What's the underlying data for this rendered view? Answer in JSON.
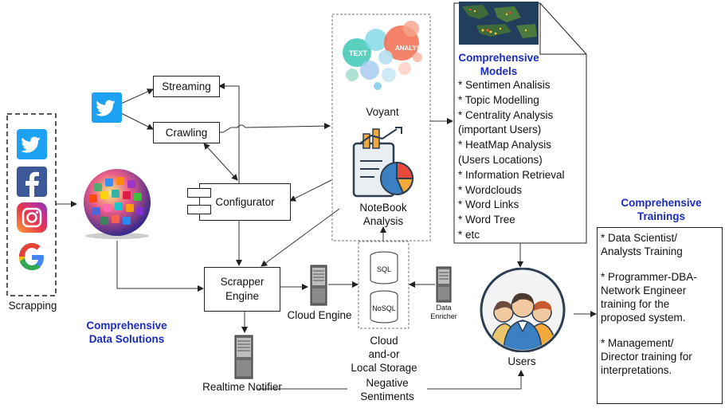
{
  "labels": {
    "scrapping": "Scrapping",
    "streaming": "Streaming",
    "crawling": "Crawling",
    "configurator": "Configurator",
    "scrapper_engine": "Scrapper\nEngine",
    "cloud_engine": "Cloud Engine",
    "realtime_notifier": "Realtime Notifier",
    "voyant": "Voyant",
    "notebook_analysis": "NoteBook\nAnalysis",
    "sql": "SQL",
    "nosql": "NoSQL",
    "data_enricher": "Data\nEnricher",
    "storage": "Cloud\nand-or\nLocal Storage",
    "negative_sentiments": "Negative\nSentiments",
    "users": "Users",
    "wordcloud_text": "TEXT",
    "wordcloud_analysis": "ANALYSIS"
  },
  "titles": {
    "data_solutions": "Comprehensive\nData Solutions",
    "models": "Comprehensive\nModels",
    "trainings": "Comprehensive\nTrainings"
  },
  "models_list": [
    "* Sentimen Analisis",
    "* Topic Modelling",
    "* Centrality Analysis",
    "(important Users)",
    "* HeatMap Analysis",
    "(Users Locations)",
    "* Information Retrieval",
    "* Wordclouds",
    "* Word Links",
    "* Word Tree",
    "* etc"
  ],
  "trainings_list": [
    [
      "* Data Scientist/",
      "Analysts Training"
    ],
    [
      "* Programmer-DBA-",
      "Network Engineer",
      "training for the",
      "proposed system."
    ],
    [
      "* Management/",
      "Director training for",
      "interpretations."
    ]
  ],
  "colors": {
    "title_blue": "#1a2bc0",
    "twitter": "#1da1f2",
    "facebook": "#3b5998",
    "google": "#4285f4"
  },
  "icons": [
    "twitter-icon",
    "facebook-icon",
    "instagram-icon",
    "google-icon",
    "app-globe-icon",
    "server-icon",
    "database-icon",
    "users-group-icon",
    "map-thumbnail",
    "wordcloud-image",
    "notebook-report-icon"
  ]
}
